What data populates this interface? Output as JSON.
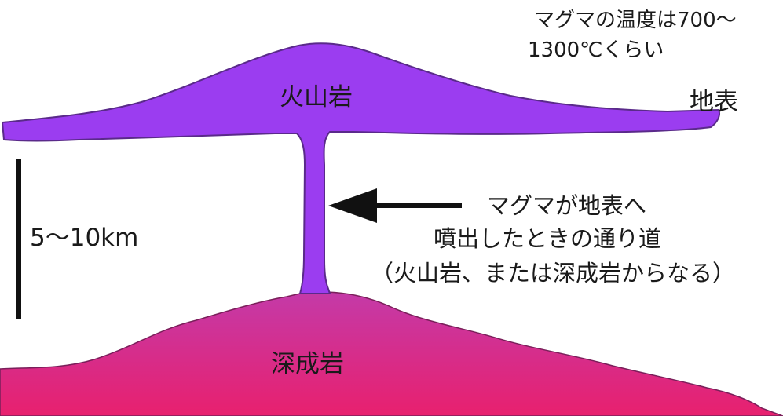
{
  "temperature_note": {
    "line1": "マグマの温度は700～",
    "line2": "1300℃くらい"
  },
  "labels": {
    "volcanic_rock": "火山岩",
    "ground_surface": "地表",
    "plutonic_rock": "深成岩",
    "depth_scale": "5～10km"
  },
  "conduit_annotation": {
    "line1": "マグマが地表へ",
    "line2": "噴出したときの通り道",
    "line3": "（火山岩、または深成岩からなる）"
  },
  "colors": {
    "volcanic_rock": "#9b3df0",
    "volcanic_outline": "#5a2a8a",
    "plutonic_top": "#c43aa8",
    "plutonic_bottom": "#e8206e",
    "arrow": "#111111",
    "scale_bar": "#111111"
  }
}
